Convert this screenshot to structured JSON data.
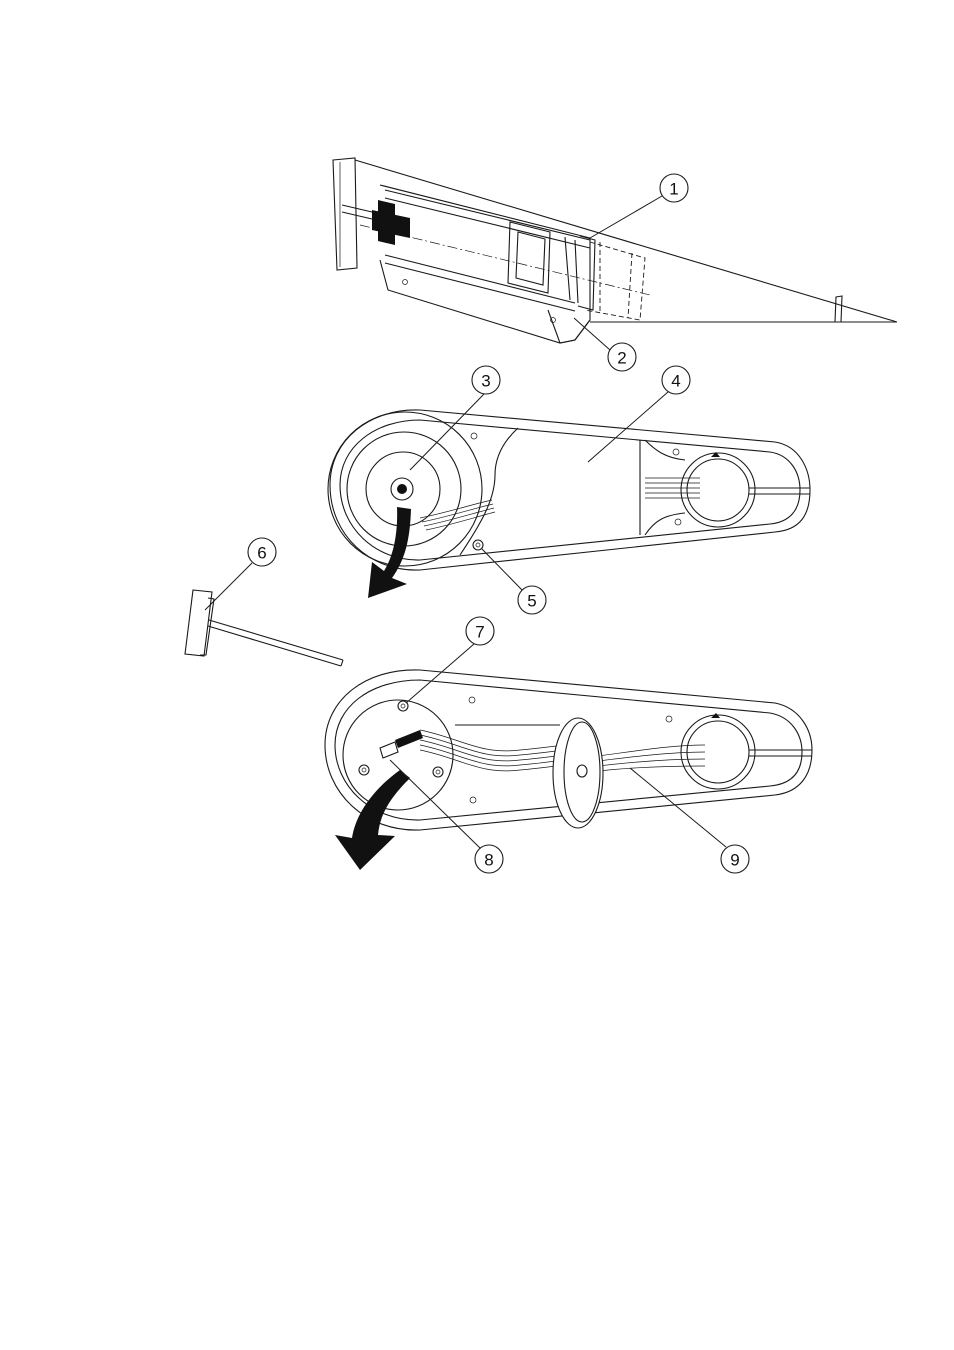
{
  "callouts": [
    {
      "id": "1",
      "label": "1"
    },
    {
      "id": "2",
      "label": "2"
    },
    {
      "id": "3",
      "label": "3"
    },
    {
      "id": "4",
      "label": "4"
    },
    {
      "id": "5",
      "label": "5"
    },
    {
      "id": "6",
      "label": "6"
    },
    {
      "id": "7",
      "label": "7"
    },
    {
      "id": "8",
      "label": "8"
    },
    {
      "id": "9",
      "label": "9"
    }
  ],
  "colors": {
    "line": "#1a1a1a",
    "arrow": "#111111",
    "background": "#ffffff"
  }
}
